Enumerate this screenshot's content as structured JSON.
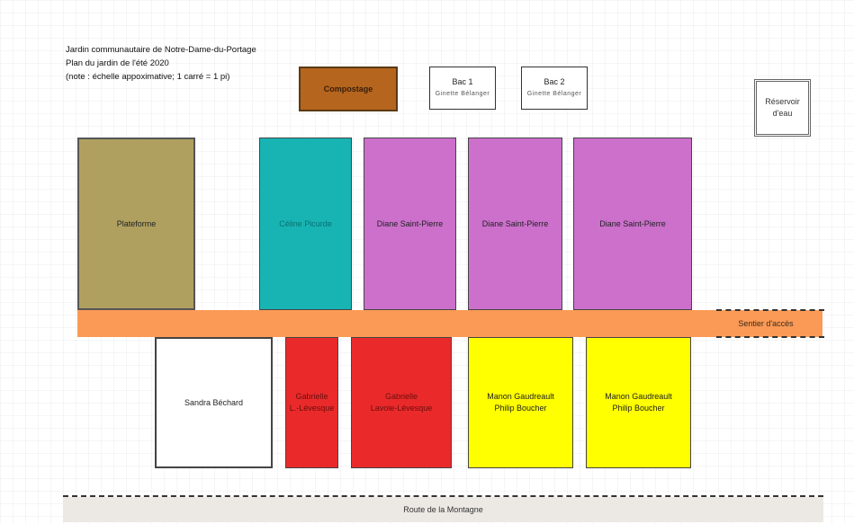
{
  "header": {
    "line1": "Jardin communautaire de Notre-Dame-du-Portage",
    "line2": "Plan du jardin de l'été 2020",
    "line3": "(note : échelle appoximative; 1 carré = 1 pi)"
  },
  "compost": {
    "label": "Compostage",
    "color": "#b5651d"
  },
  "bacs": [
    {
      "label": "Bac 1",
      "owner": "Ginette Bélanger"
    },
    {
      "label": "Bac 2",
      "owner": "Ginette Bélanger"
    }
  ],
  "reservoir": {
    "label": "Réservoir d'eau"
  },
  "top_beds": [
    {
      "label": "Plateforme",
      "color": "#b0a060"
    },
    {
      "label": "Céline Picurde",
      "color": "#18b4b4"
    },
    {
      "label": "Diane Saint-Pierre",
      "color": "#cc70cc"
    },
    {
      "label": "Diane Saint-Pierre",
      "color": "#cc70cc"
    },
    {
      "label": "Diane Saint-Pierre",
      "color": "#cc70cc"
    }
  ],
  "path": {
    "label": "Sentier d'accès",
    "color": "#fb9a56"
  },
  "bottom_beds": [
    {
      "line1": "Sandra Béchard",
      "line2": "",
      "color": "#ffffff"
    },
    {
      "line1": "Gabrielle",
      "line2": "L.-Lévesque",
      "color": "#ea2a2a"
    },
    {
      "line1": "Gabrielle",
      "line2": "Lavoie-Lévesque",
      "color": "#ea2a2a"
    },
    {
      "line1": "Manon Gaudreault",
      "line2": "Philip Boucher",
      "color": "#ffff00"
    },
    {
      "line1": "Manon Gaudreault",
      "line2": "Philip Boucher",
      "color": "#ffff00"
    }
  ],
  "road": {
    "label": "Route de la Montagne"
  }
}
